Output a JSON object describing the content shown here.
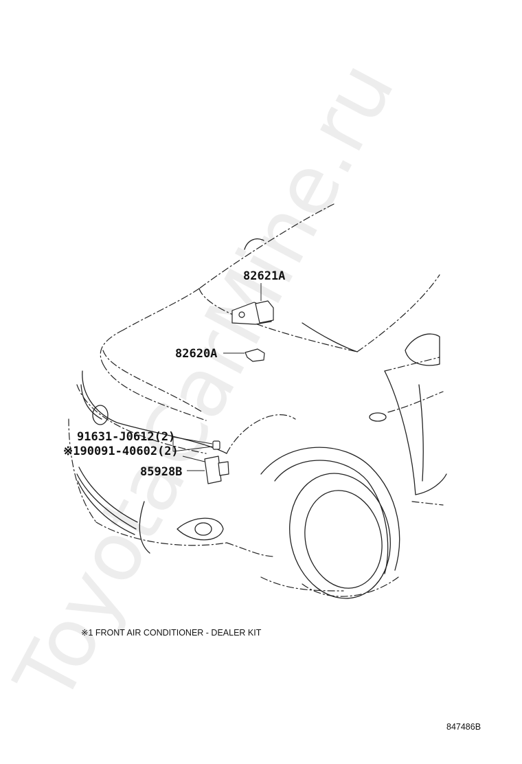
{
  "diagram": {
    "parts": [
      {
        "id": "82621A",
        "label": "82621A"
      },
      {
        "id": "82620A",
        "label": "82620A"
      },
      {
        "id": "91631-J0612",
        "label": "91631-J0612(2)"
      },
      {
        "id": "90091-40602",
        "label": "※190091-40602(2)"
      },
      {
        "id": "85928B",
        "label": "85928B"
      }
    ],
    "footnote": "※1 FRONT AIR CONDITIONER - DEALER KIT",
    "doc_number": "847486B",
    "watermark": "ToyotaCarMine.ru"
  }
}
